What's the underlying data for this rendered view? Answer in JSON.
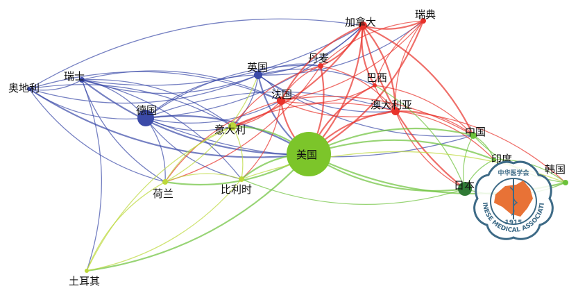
{
  "colors": {
    "red": "#e8322b",
    "blue": "#3b4aa8",
    "green": "#6cc23a",
    "lime": "#bcd83a"
  },
  "nodes": [
    {
      "id": "at",
      "label": "奥地利",
      "group": "blue",
      "size": 3
    },
    {
      "id": "ch",
      "label": "瑞士",
      "group": "blue",
      "size": 4
    },
    {
      "id": "de",
      "label": "德国",
      "group": "blue",
      "size": 12
    },
    {
      "id": "gb",
      "label": "英国",
      "group": "blue",
      "size": 6
    },
    {
      "id": "dk",
      "label": "丹麦",
      "group": "red",
      "size": 4
    },
    {
      "id": "ca",
      "label": "加拿大",
      "group": "red",
      "size": 6
    },
    {
      "id": "se",
      "label": "瑞典",
      "group": "red",
      "size": 4
    },
    {
      "id": "br",
      "label": "巴西",
      "group": "red",
      "size": 3
    },
    {
      "id": "fr",
      "label": "法国",
      "group": "red",
      "size": 6
    },
    {
      "id": "au",
      "label": "澳大利亚",
      "group": "red",
      "size": 6
    },
    {
      "id": "it",
      "label": "意大利",
      "group": "lime",
      "size": 6
    },
    {
      "id": "us",
      "label": "美国",
      "group": "green",
      "size": 32
    },
    {
      "id": "cn",
      "label": "中国",
      "group": "green",
      "size": 5
    },
    {
      "id": "in",
      "label": "印度",
      "group": "green",
      "size": 3
    },
    {
      "id": "kr",
      "label": "韩国",
      "group": "green",
      "size": 4
    },
    {
      "id": "jp",
      "label": "日本",
      "group": "green",
      "size": 10
    },
    {
      "id": "nl",
      "label": "荷兰",
      "group": "lime",
      "size": 4
    },
    {
      "id": "be",
      "label": "比利时",
      "group": "lime",
      "size": 4
    },
    {
      "id": "tr",
      "label": "土耳其",
      "group": "lime",
      "size": 3
    }
  ],
  "edges": [
    [
      "de",
      "at"
    ],
    [
      "de",
      "ch"
    ],
    [
      "de",
      "gb"
    ],
    [
      "de",
      "fr"
    ],
    [
      "de",
      "us"
    ],
    [
      "de",
      "it"
    ],
    [
      "de",
      "nl"
    ],
    [
      "de",
      "be"
    ],
    [
      "de",
      "dk"
    ],
    [
      "de",
      "ca"
    ],
    [
      "de",
      "au"
    ],
    [
      "de",
      "cn"
    ],
    [
      "ch",
      "at"
    ],
    [
      "ch",
      "gb"
    ],
    [
      "ch",
      "fr"
    ],
    [
      "ch",
      "us"
    ],
    [
      "ch",
      "it"
    ],
    [
      "ch",
      "nl"
    ],
    [
      "ch",
      "be"
    ],
    [
      "ch",
      "ca"
    ],
    [
      "ch",
      "tr"
    ],
    [
      "at",
      "gb"
    ],
    [
      "at",
      "fr"
    ],
    [
      "at",
      "us"
    ],
    [
      "at",
      "it"
    ],
    [
      "at",
      "nl"
    ],
    [
      "at",
      "ca"
    ],
    [
      "gb",
      "us"
    ],
    [
      "gb",
      "fr"
    ],
    [
      "gb",
      "ca"
    ],
    [
      "gb",
      "dk"
    ],
    [
      "gb",
      "au"
    ],
    [
      "gb",
      "it"
    ],
    [
      "gb",
      "se"
    ],
    [
      "gb",
      "br"
    ],
    [
      "gb",
      "cn"
    ],
    [
      "ca",
      "us"
    ],
    [
      "ca",
      "se"
    ],
    [
      "ca",
      "dk"
    ],
    [
      "ca",
      "fr"
    ],
    [
      "ca",
      "au"
    ],
    [
      "ca",
      "br"
    ],
    [
      "ca",
      "it"
    ],
    [
      "ca",
      "jp"
    ],
    [
      "ca",
      "cn"
    ],
    [
      "se",
      "dk"
    ],
    [
      "se",
      "us"
    ],
    [
      "se",
      "au"
    ],
    [
      "se",
      "fr"
    ],
    [
      "se",
      "br"
    ],
    [
      "dk",
      "us"
    ],
    [
      "dk",
      "fr"
    ],
    [
      "dk",
      "au"
    ],
    [
      "dk",
      "it"
    ],
    [
      "dk",
      "nl"
    ],
    [
      "br",
      "us"
    ],
    [
      "br",
      "fr"
    ],
    [
      "br",
      "au"
    ],
    [
      "br",
      "cn"
    ],
    [
      "fr",
      "us"
    ],
    [
      "fr",
      "it"
    ],
    [
      "fr",
      "au"
    ],
    [
      "fr",
      "be"
    ],
    [
      "fr",
      "nl"
    ],
    [
      "fr",
      "cn"
    ],
    [
      "au",
      "us"
    ],
    [
      "au",
      "cn"
    ],
    [
      "au",
      "jp"
    ],
    [
      "au",
      "in"
    ],
    [
      "au",
      "it"
    ],
    [
      "au",
      "kr"
    ],
    [
      "us",
      "it"
    ],
    [
      "us",
      "cn"
    ],
    [
      "us",
      "jp"
    ],
    [
      "us",
      "in"
    ],
    [
      "us",
      "kr"
    ],
    [
      "us",
      "nl"
    ],
    [
      "us",
      "be"
    ],
    [
      "us",
      "tr"
    ],
    [
      "cn",
      "jp"
    ],
    [
      "cn",
      "in"
    ],
    [
      "cn",
      "kr"
    ],
    [
      "jp",
      "in"
    ],
    [
      "jp",
      "kr"
    ],
    [
      "in",
      "kr"
    ],
    [
      "jp",
      "br"
    ],
    [
      "jp",
      "be"
    ],
    [
      "it",
      "nl"
    ],
    [
      "it",
      "be"
    ],
    [
      "it",
      "tr"
    ],
    [
      "nl",
      "be"
    ],
    [
      "nl",
      "tr"
    ],
    [
      "be",
      "tr"
    ],
    [
      "nl",
      "gb"
    ],
    [
      "be",
      "kr"
    ]
  ],
  "logo": {
    "name": "中华医学会",
    "english": "CHINESE MEDICAL ASSOCIATION",
    "year": "1915"
  }
}
